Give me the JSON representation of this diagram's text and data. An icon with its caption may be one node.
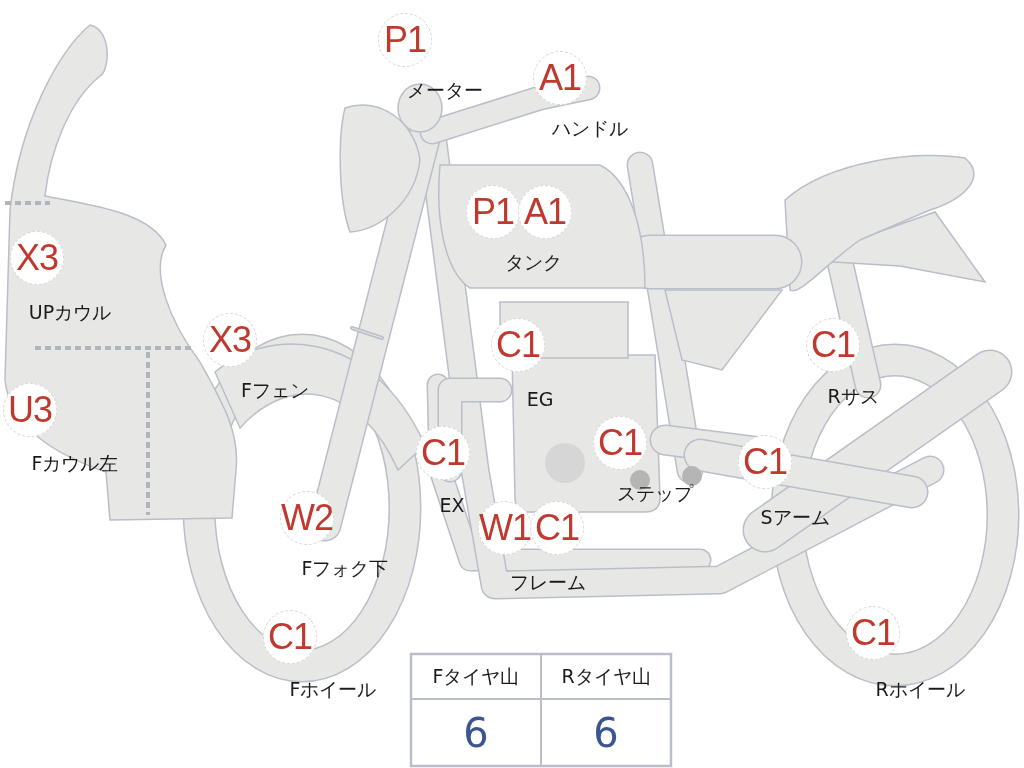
{
  "diagram": {
    "nodes": [
      {
        "text": [
          "P1"
        ],
        "beside": [
          "メーター"
        ]
      },
      {
        "text": [
          "A1"
        ],
        "beside": [
          "ハンドル"
        ]
      },
      {
        "text": [
          "P1"
        ]
      },
      {
        "text": [
          "A1"
        ],
        "beside": [
          "タンク"
        ]
      },
      {
        "text": [
          "X3"
        ],
        "beside": [
          "UPカウル"
        ]
      },
      {
        "text": [
          "C1"
        ],
        "beside": [
          "EG"
        ]
      },
      {
        "text": [
          "C1"
        ],
        "beside": [
          "Rサス"
        ]
      },
      {
        "text": [
          "X3"
        ],
        "beside": [
          "Fフェン"
        ]
      },
      {
        "text": [
          "U3"
        ],
        "beside": [
          "Fカウル左"
        ]
      },
      {
        "text": [
          "C1"
        ],
        "beside": [
          "EX"
        ]
      },
      {
        "text": [
          "C1"
        ],
        "beside": [
          "ステップ"
        ]
      },
      {
        "text": [
          "C1"
        ],
        "beside": [
          "Sアーム"
        ]
      },
      {
        "text": [
          "W2"
        ],
        "beside": [
          "Fフォク下"
        ]
      },
      {
        "text": [
          "W1"
        ]
      },
      {
        "text": [
          "C1"
        ],
        "beside": [
          "フレーム"
        ]
      },
      {
        "text": [
          "C1"
        ],
        "beside": [
          "Fホイール"
        ]
      },
      {
        "text": [
          "C1"
        ],
        "beside": [
          "Rホイール"
        ]
      }
    ],
    "labels": [
      "Fタイヤ山",
      "Rタイヤ山",
      "6",
      "6"
    ]
  }
}
